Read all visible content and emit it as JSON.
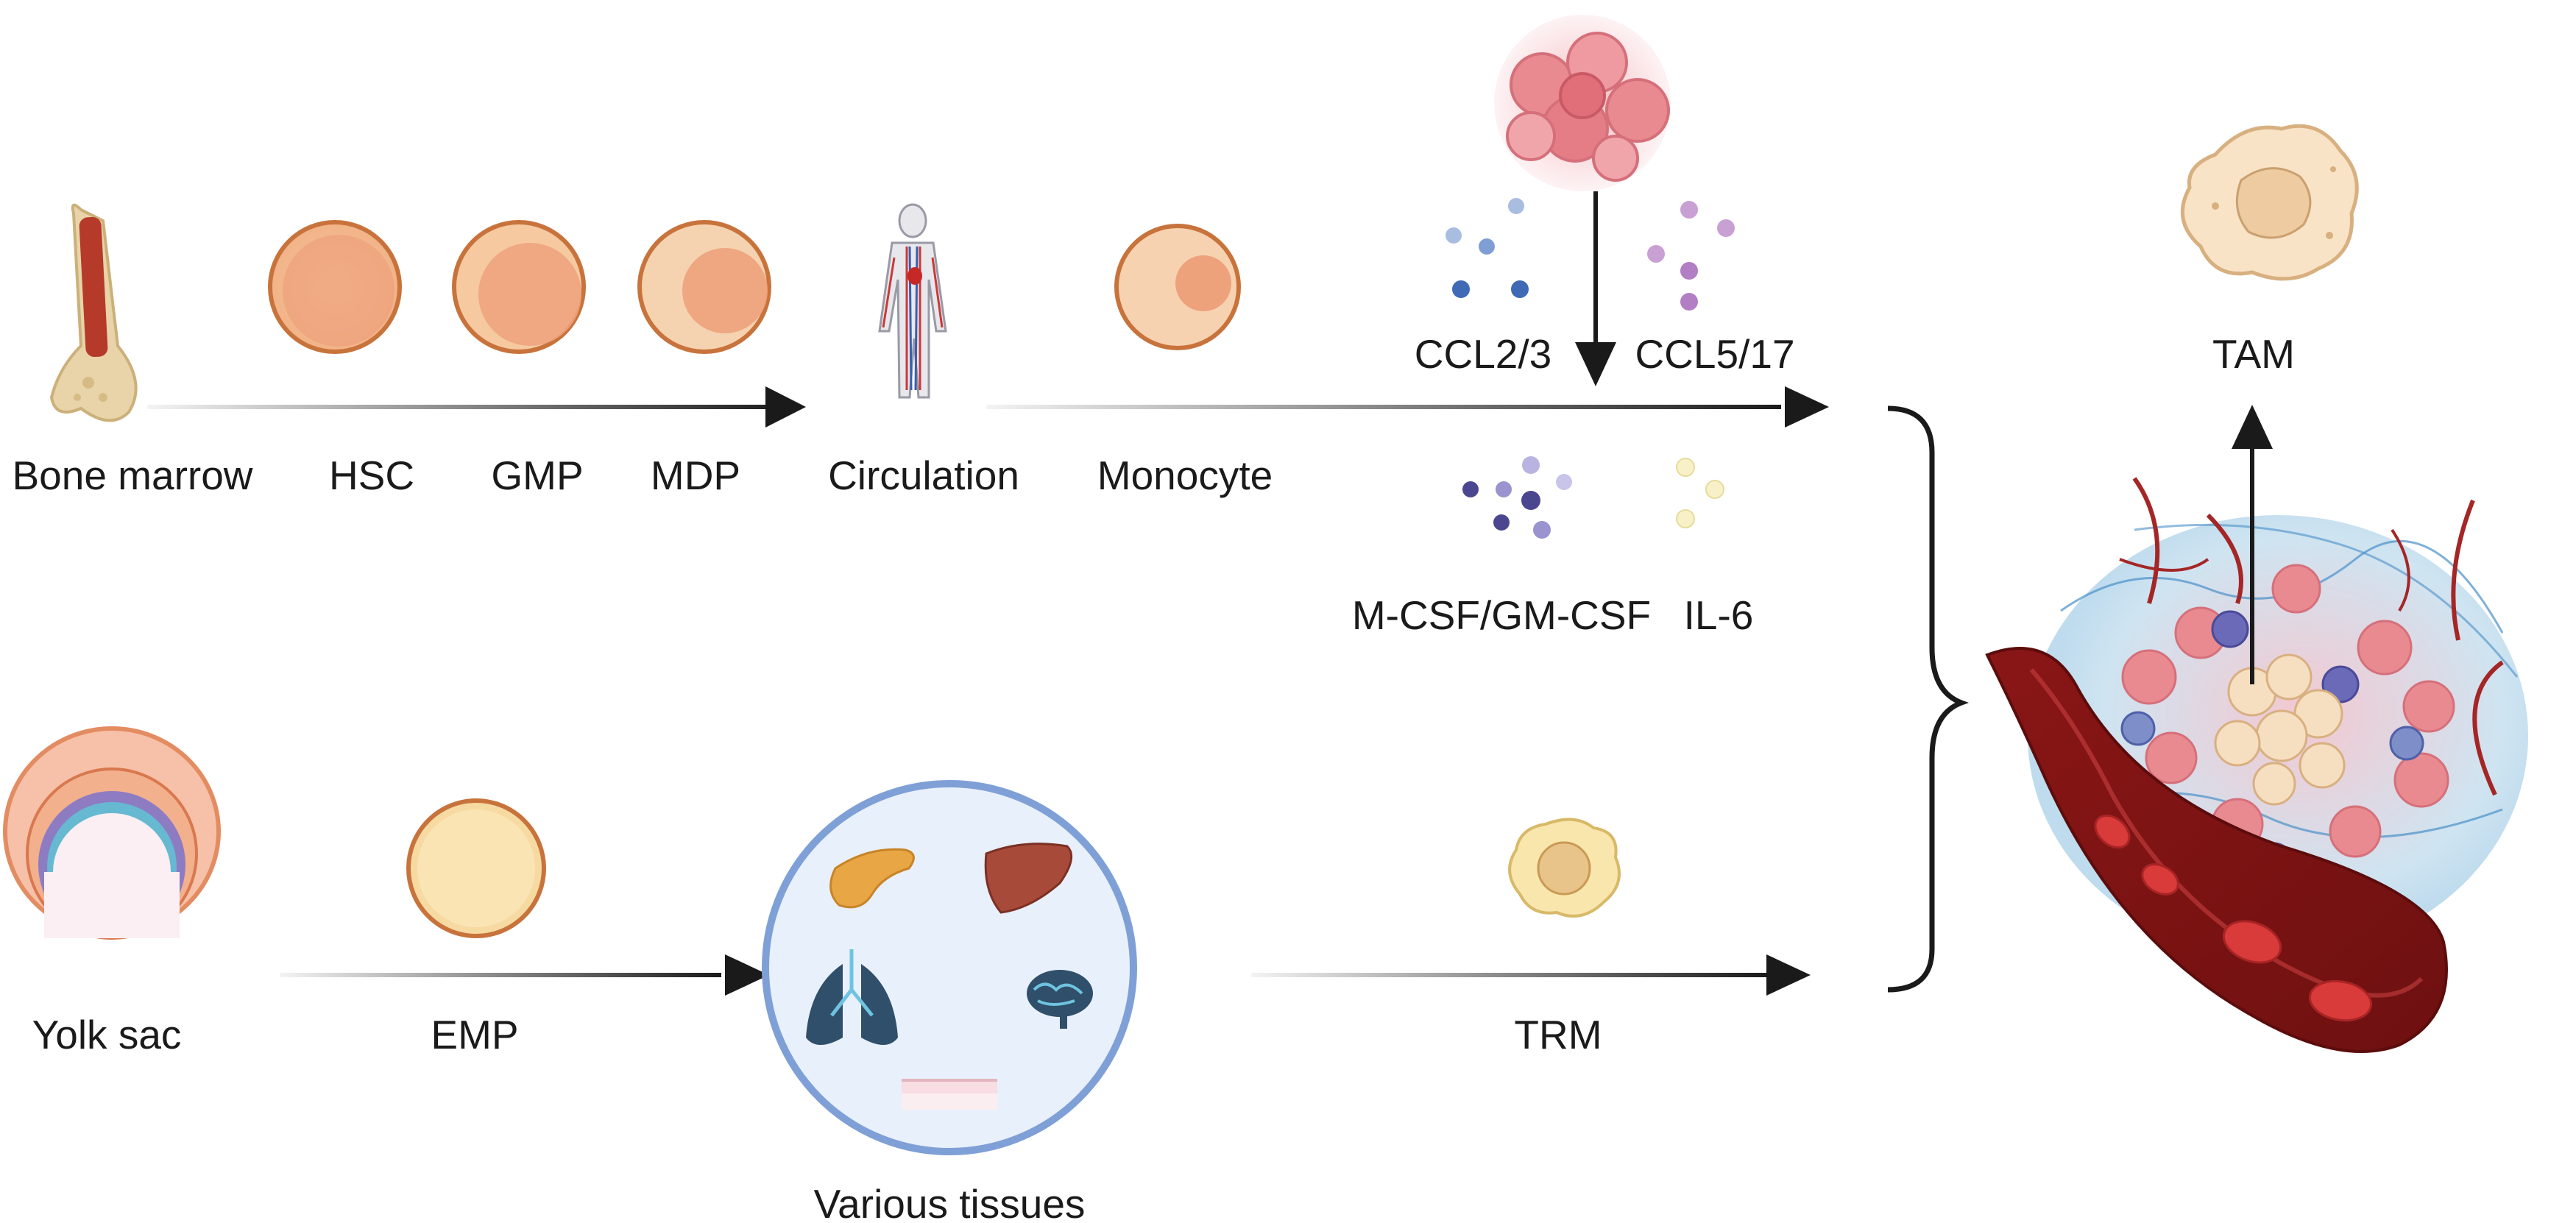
{
  "labels": {
    "bone_marrow": "Bone marrow",
    "hsc": "HSC",
    "gmp": "GMP",
    "mdp": "MDP",
    "circulation": "Circulation",
    "monocyte": "Monocyte",
    "ccl2_3": "CCL2/3",
    "ccl5_17": "CCL5/17",
    "mcsf_gmcsf": "M-CSF/GM-CSF",
    "il6": "IL-6",
    "tam": "TAM",
    "yolk_sac": "Yolk sac",
    "emp": "EMP",
    "various_tissues": "Various tissues",
    "trm": "TRM"
  },
  "colors": {
    "arrow": "#1a1a1a",
    "cell_outline": "#c8733c",
    "cell_fill": "#f7c9a0",
    "nucleus": "#eea27c",
    "blood_vessel": "#8c1a1a",
    "red_cell": "#d93a3a",
    "tumor_cell": "#e98a91",
    "tissue_circle": "#7fa0d6"
  }
}
